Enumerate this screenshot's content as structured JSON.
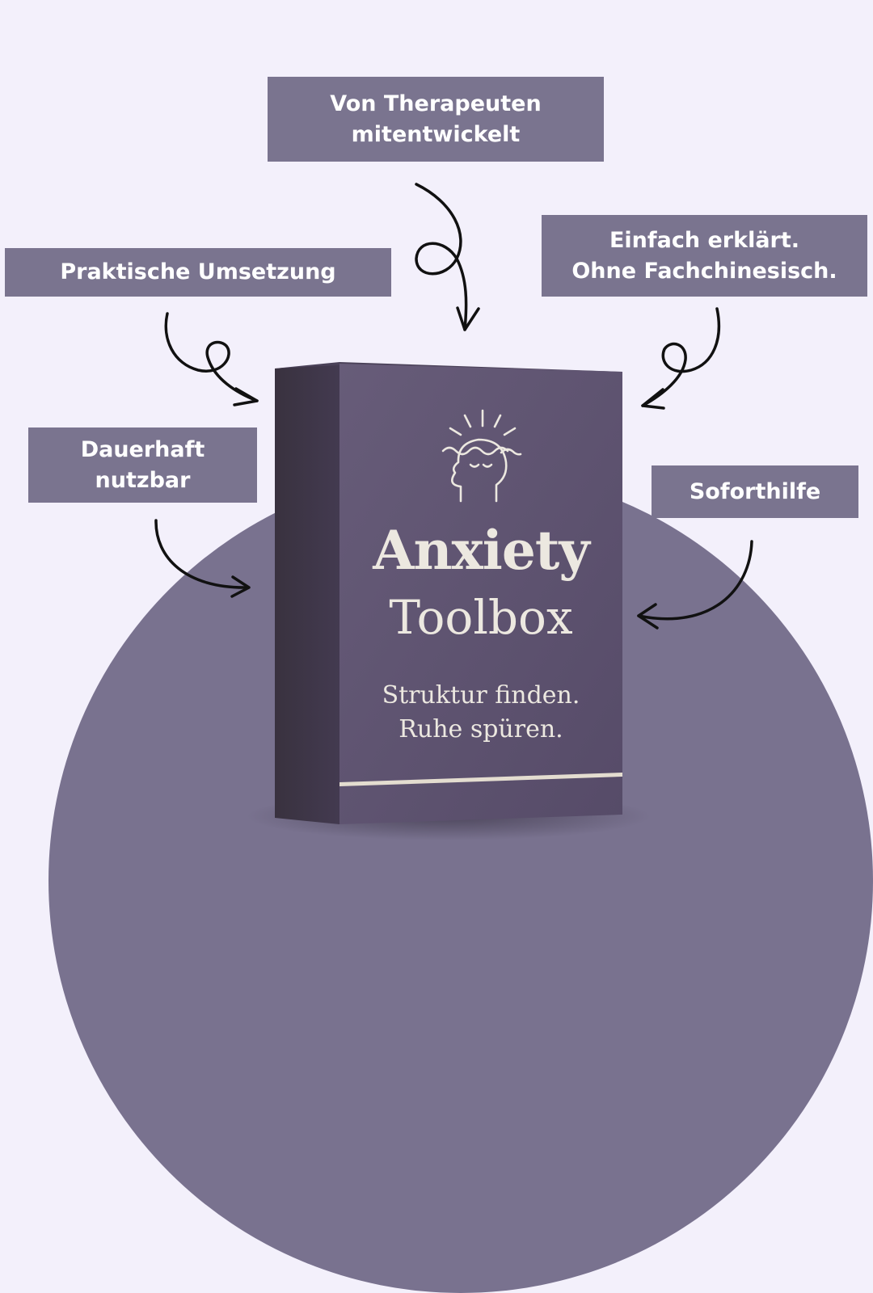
{
  "labels": {
    "therapeuten_line1": "Von Therapeuten",
    "therapeuten_line2": "mitentwickelt",
    "praktische": "Praktische Umsetzung",
    "einfach_line1": "Einfach erklärt.",
    "einfach_line2": "Ohne Fachchinesisch.",
    "dauerhaft_line1": "Dauerhaft",
    "dauerhaft_line2": "nutzbar",
    "soforthilfe": "Soforthilfe"
  },
  "product": {
    "title_line1": "Anxiety",
    "title_line2": "Toolbox",
    "tagline_line1": "Struktur finden.",
    "tagline_line2": "Ruhe spüren.",
    "icon": "head-with-waves-icon"
  },
  "colors": {
    "background": "#f3f0fb",
    "circle": "#79728f",
    "label_bg": "#7a748f",
    "box_front": "#5d536f",
    "box_side": "#3d3549",
    "box_text": "#ece8e0"
  }
}
